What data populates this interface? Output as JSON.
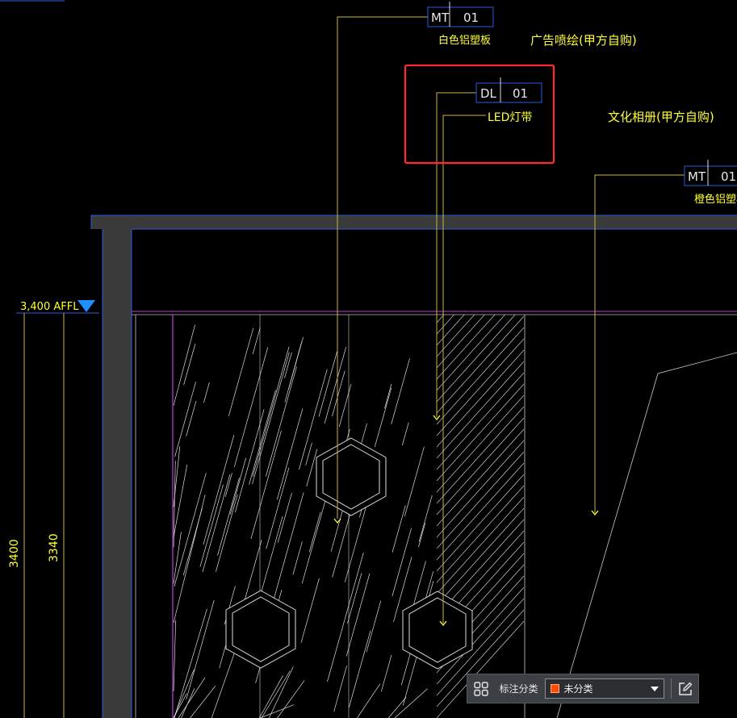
{
  "tags": {
    "mt_top": {
      "code": "MT",
      "num": "01",
      "desc": "白色铝塑板"
    },
    "dl": {
      "code": "DL",
      "num": "01",
      "desc": "LED灯带"
    },
    "mt_right": {
      "code": "MT",
      "num": "01",
      "desc": "橙色铝塑板"
    }
  },
  "notes": {
    "ad_paint": "广告喷绘(甲方自购)",
    "album": "文化相册(甲方自购)"
  },
  "level": {
    "label": "3,400 AFFL"
  },
  "dimensions": {
    "outer": "3400",
    "inner": "3340"
  },
  "toolbar": {
    "label": "标注分类",
    "selected": "未分类",
    "swatch_color": "#ff4a00",
    "grid_icon": "grid-icon",
    "edit_icon": "edit-icon"
  },
  "colors": {
    "leader": "#c8b44a",
    "annotation_text": "#ffff33",
    "tag_box": "#2f5bd9",
    "wall_fill": "#3a3a3a",
    "magenta_line": "#c03cdc",
    "highlight": "#ff2a2a",
    "level_marker": "#1e90ff"
  }
}
